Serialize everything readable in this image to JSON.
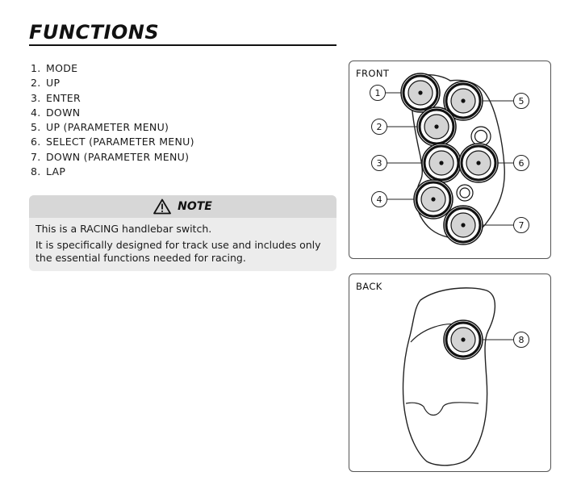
{
  "title": "FUNCTIONS",
  "functions": [
    {
      "num": "1.",
      "label": "MODE"
    },
    {
      "num": "2.",
      "label": "UP"
    },
    {
      "num": "3.",
      "label": "ENTER"
    },
    {
      "num": "4.",
      "label": "DOWN"
    },
    {
      "num": "5.",
      "label": "UP (PARAMETER MENU)"
    },
    {
      "num": "6.",
      "label": "SELECT (PARAMETER MENU)"
    },
    {
      "num": "7.",
      "label": "DOWN (PARAMETER MENU)"
    },
    {
      "num": "8.",
      "label": "LAP"
    }
  ],
  "note": {
    "title": "NOTE",
    "line1": "This is a RACING handlebar switch.",
    "line2": "It is specifically designed for track use and includes only the essential functions needed for racing."
  },
  "front_panel": {
    "label": "FRONT",
    "callouts": [
      "1",
      "2",
      "3",
      "4",
      "5",
      "6",
      "7"
    ]
  },
  "back_panel": {
    "label": "BACK",
    "callouts": [
      "8"
    ]
  }
}
